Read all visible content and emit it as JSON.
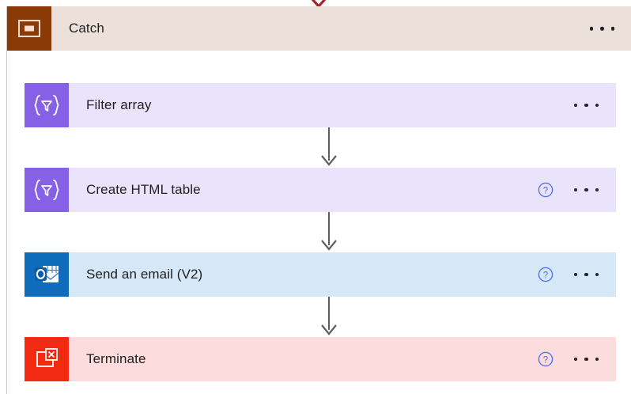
{
  "scope": {
    "title": "Catch",
    "icon": "scope-icon",
    "icon_bg": "#8a3a06",
    "header_bg": "#ece0da",
    "menu_label": "More commands"
  },
  "incoming_arrow": {
    "color": "#a4262c",
    "name": "incoming-connector-arrow"
  },
  "connector": {
    "color": "#605e5c",
    "name": "connector-arrow"
  },
  "actions": [
    {
      "label": "Filter array",
      "icon": "data-operation-icon",
      "icon_glyph": "{▽}",
      "icon_bg": "#8661e5",
      "row_bg": "#e9e4fb",
      "row_class": "row-purple",
      "icon_class": "ico-purple",
      "has_help": false,
      "has_menu": true
    },
    {
      "label": "Create HTML table",
      "icon": "data-operation-icon",
      "icon_glyph": "{▽}",
      "icon_bg": "#8661e5",
      "row_bg": "#e9e4fb",
      "row_class": "row-purple",
      "icon_class": "ico-purple",
      "has_help": true,
      "has_menu": true
    },
    {
      "label": "Send an email (V2)",
      "icon": "outlook-icon",
      "icon_glyph": "",
      "icon_bg": "#0f6cbd",
      "row_bg": "#d6e8f7",
      "row_class": "row-blue",
      "icon_class": "ico-blue",
      "has_help": true,
      "has_menu": true
    },
    {
      "label": "Terminate",
      "icon": "terminate-icon",
      "icon_glyph": "",
      "icon_bg": "#f22a12",
      "row_bg": "#fcdcdc",
      "row_class": "row-pink",
      "icon_class": "ico-red",
      "has_help": true,
      "has_menu": true
    }
  ],
  "help": {
    "label": "?",
    "color": "#4f6bed",
    "name": "help-icon"
  }
}
